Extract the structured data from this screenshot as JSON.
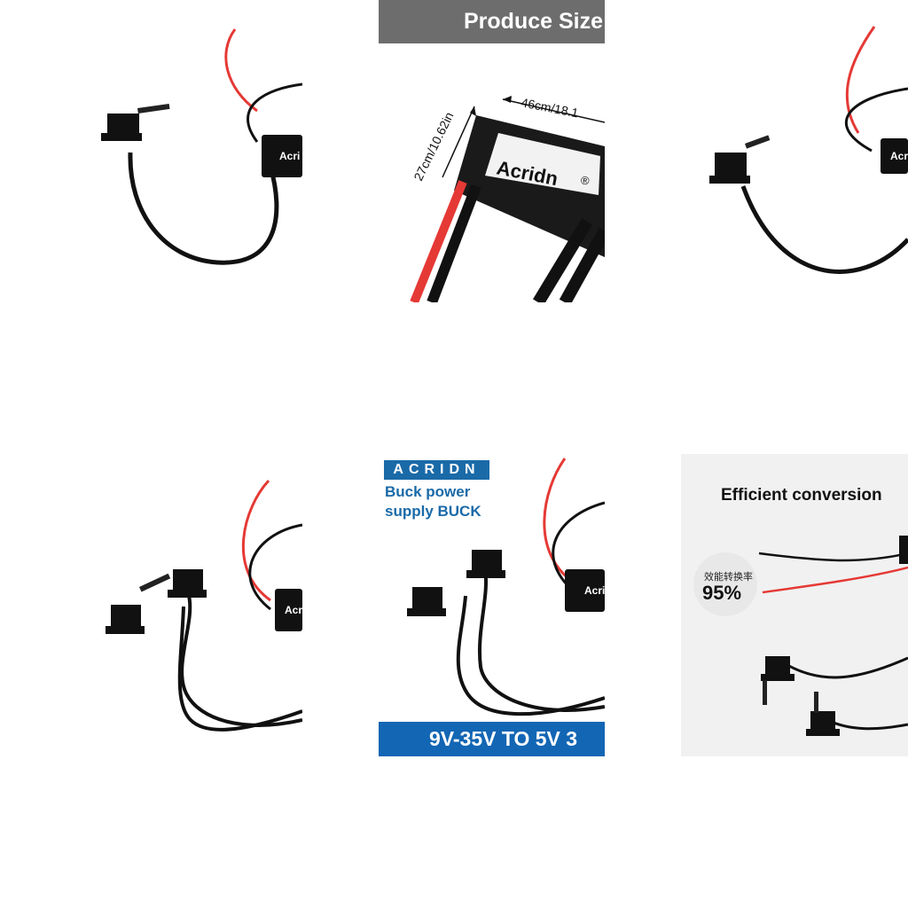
{
  "tiles": {
    "size_tile": {
      "header": "Produce Size",
      "dim_width": "46cm/18.1",
      "dim_height": "27cm/10.62in",
      "brand_label": "Acridn",
      "registered_mark": "®"
    },
    "product_top_right": {
      "brand_label": "Acri"
    },
    "product_dual": {
      "brand_label": "Acri"
    },
    "banner_tile": {
      "brand": "ACRIDN",
      "subtitle_line1": "Buck power",
      "subtitle_line2": "supply BUCK",
      "voltage": "9V-35V TO 5V 3",
      "brand_label": "Acri"
    },
    "efficiency_tile": {
      "title": "Efficient conversion",
      "badge_cn": "效能转换率",
      "badge_percent": "95%"
    },
    "product_single_left": {
      "brand_label": "Acri"
    }
  },
  "colors": {
    "header_gray": "#6d6d6d",
    "brand_blue": "#1a6aa8",
    "band_blue": "#1366b4",
    "cable_black": "#111111",
    "wire_red": "#e53935"
  }
}
